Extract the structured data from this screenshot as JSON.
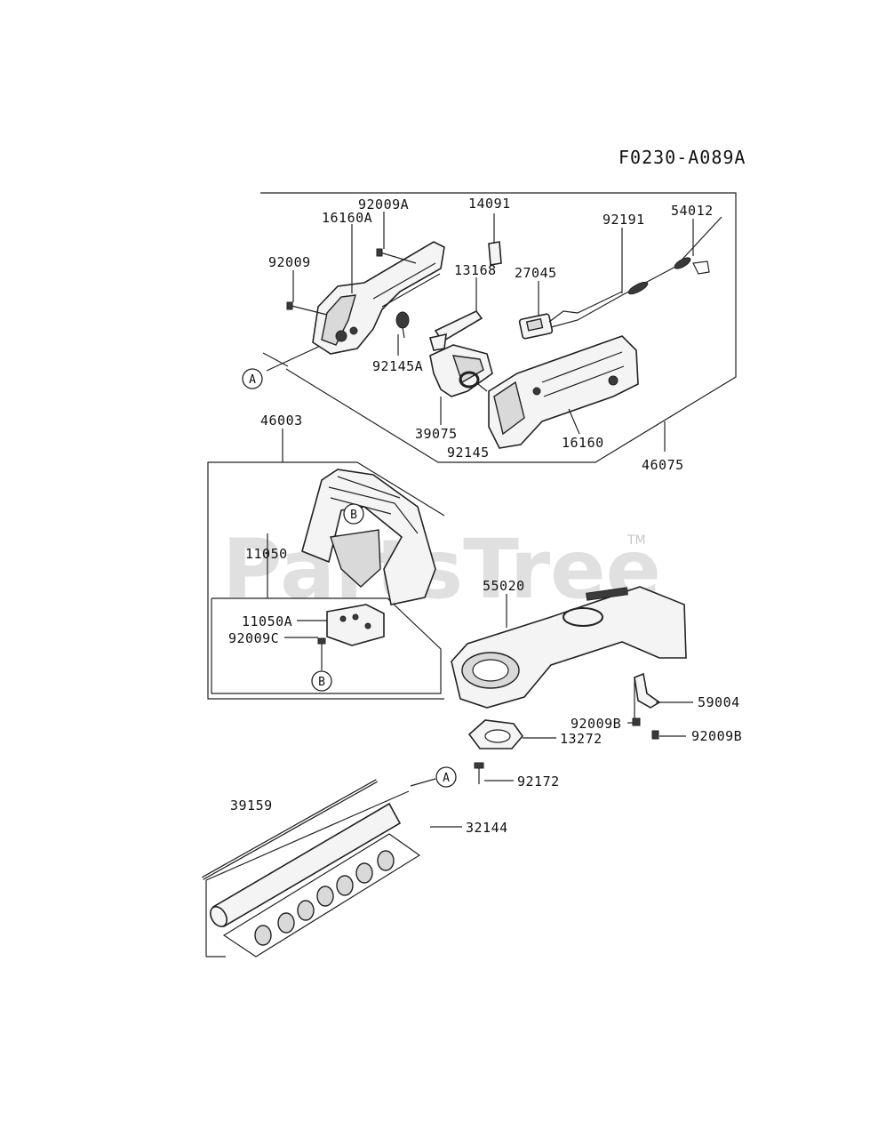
{
  "diagram_code": "F0230-A089A",
  "watermark": {
    "text": "PartsTree",
    "trademark": "TM"
  },
  "labels": {
    "p92009A": "92009A",
    "p14091": "14091",
    "p54012": "54012",
    "p16160A": "16160A",
    "p92191": "92191",
    "p92009": "92009",
    "p13168": "13168",
    "p27045": "27045",
    "p92145A": "92145A",
    "p39075": "39075",
    "p16160": "16160",
    "p92145": "92145",
    "p46075": "46075",
    "p46003": "46003",
    "p11050": "11050",
    "p55020": "55020",
    "p11050A": "11050A",
    "p92009C": "92009C",
    "p59004": "59004",
    "p92009B_a": "92009B",
    "p92009B_b": "92009B",
    "p13272": "13272",
    "p92172": "92172",
    "p39159": "39159",
    "p32144": "32144"
  },
  "refs": {
    "a1": "A",
    "a2": "A",
    "b1": "B",
    "b2": "B"
  }
}
